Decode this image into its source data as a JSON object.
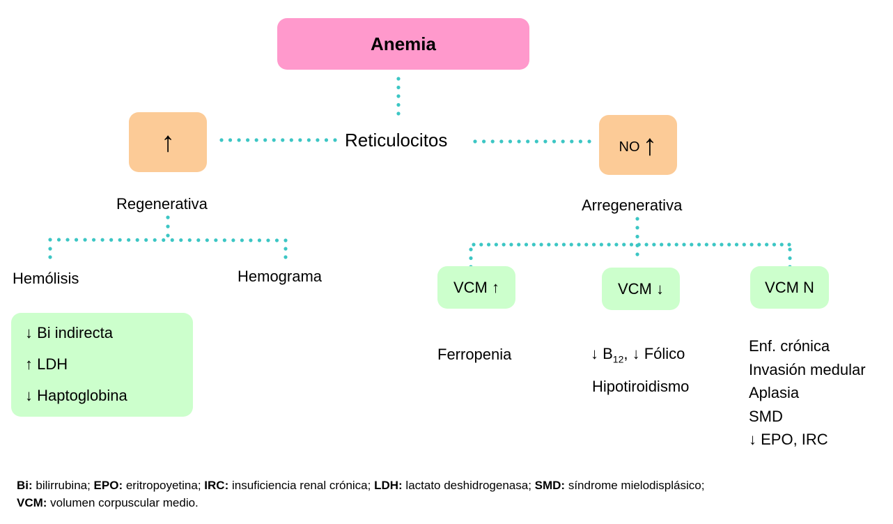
{
  "diagram": {
    "root": {
      "label": "Anemia"
    },
    "center": {
      "label": "Reticulocitos"
    },
    "left": {
      "badge": {
        "arrow": "↑"
      },
      "label": "Regenerativa",
      "children": [
        {
          "label": "Hemólisis"
        },
        {
          "label": "Hemograma"
        }
      ],
      "findings": [
        "↓ Bi indirecta",
        "↑ LDH",
        "↓ Haptoglobina"
      ]
    },
    "right": {
      "badge": {
        "prefix": "NO",
        "arrow": "↑"
      },
      "label": "Arregenerativa",
      "children": [
        {
          "label": "VCM ↑",
          "causes": [
            "Ferropenia"
          ]
        },
        {
          "label": "VCM ↓",
          "causes_first": {
            "pre": "↓ B",
            "sub": "12",
            "post": ", ↓ Fólico"
          },
          "causes": [
            "Hipotiroidismo"
          ]
        },
        {
          "label": "VCM N",
          "causes": [
            "Enf. crónica",
            "Invasión medular",
            "Aplasia",
            "SMD",
            "↓ EPO, IRC"
          ]
        }
      ]
    },
    "colors": {
      "root_box": "#ff99cc",
      "badge_box": "#fccb97",
      "green_box": "#ccffcc",
      "connector": "#3cc6c4"
    }
  },
  "footnote": {
    "items": [
      {
        "abbr": "Bi:",
        "text": " bilirrubina; "
      },
      {
        "abbr": "EPO:",
        "text": " eritropoyetina; "
      },
      {
        "abbr": "IRC:",
        "text": " insuficiencia renal crónica; "
      },
      {
        "abbr": "LDH:",
        "text": " lactato deshidrogenasa; "
      },
      {
        "abbr": "SMD:",
        "text": " síndrome mielodisplásico;"
      },
      {
        "abbr": "VCM:",
        "text": " volumen corpuscular medio."
      }
    ]
  }
}
